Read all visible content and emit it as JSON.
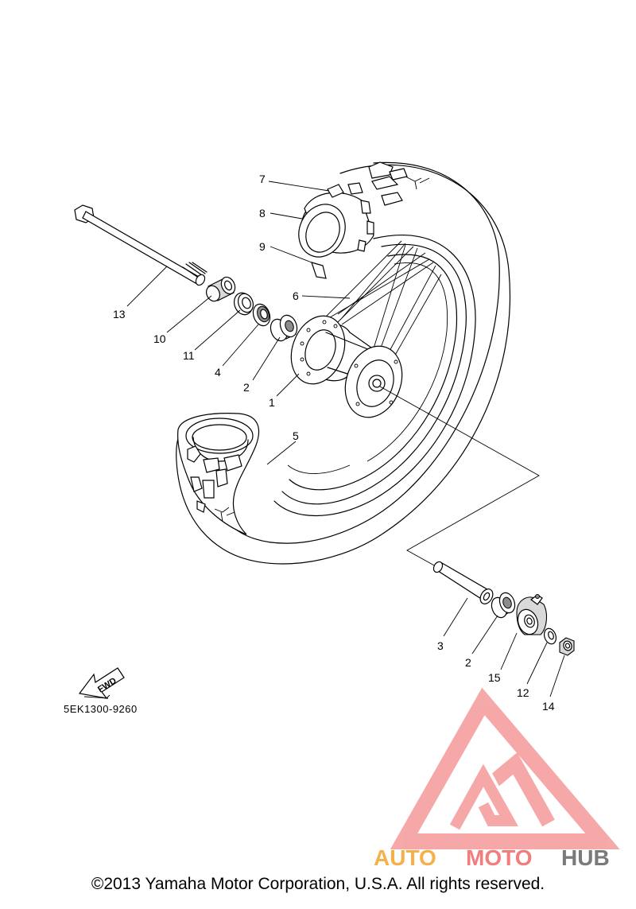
{
  "diagram": {
    "callouts": [
      {
        "id": "c7",
        "label": "7"
      },
      {
        "id": "c8",
        "label": "8"
      },
      {
        "id": "c9",
        "label": "9"
      },
      {
        "id": "c6",
        "label": "6"
      },
      {
        "id": "c13",
        "label": "13"
      },
      {
        "id": "c10",
        "label": "10"
      },
      {
        "id": "c11",
        "label": "11"
      },
      {
        "id": "c4",
        "label": "4"
      },
      {
        "id": "c2a",
        "label": "2"
      },
      {
        "id": "c1",
        "label": "1"
      },
      {
        "id": "c5",
        "label": "5"
      },
      {
        "id": "c3",
        "label": "3"
      },
      {
        "id": "c2b",
        "label": "2"
      },
      {
        "id": "c15",
        "label": "15"
      },
      {
        "id": "c12",
        "label": "12"
      },
      {
        "id": "c14",
        "label": "14"
      }
    ],
    "fwd_label": "FWD",
    "drawing_code": "5EK1300-9260"
  },
  "watermark": {
    "part1": "AUTO",
    "part2": "MOTO",
    "part3": "HUB",
    "colors": {
      "red": "#f37d7d",
      "orange": "#f6b04a",
      "gray": "#7a7a7a"
    }
  },
  "copyright": "©2013 Yamaha Motor Corporation, U.S.A. All rights reserved."
}
